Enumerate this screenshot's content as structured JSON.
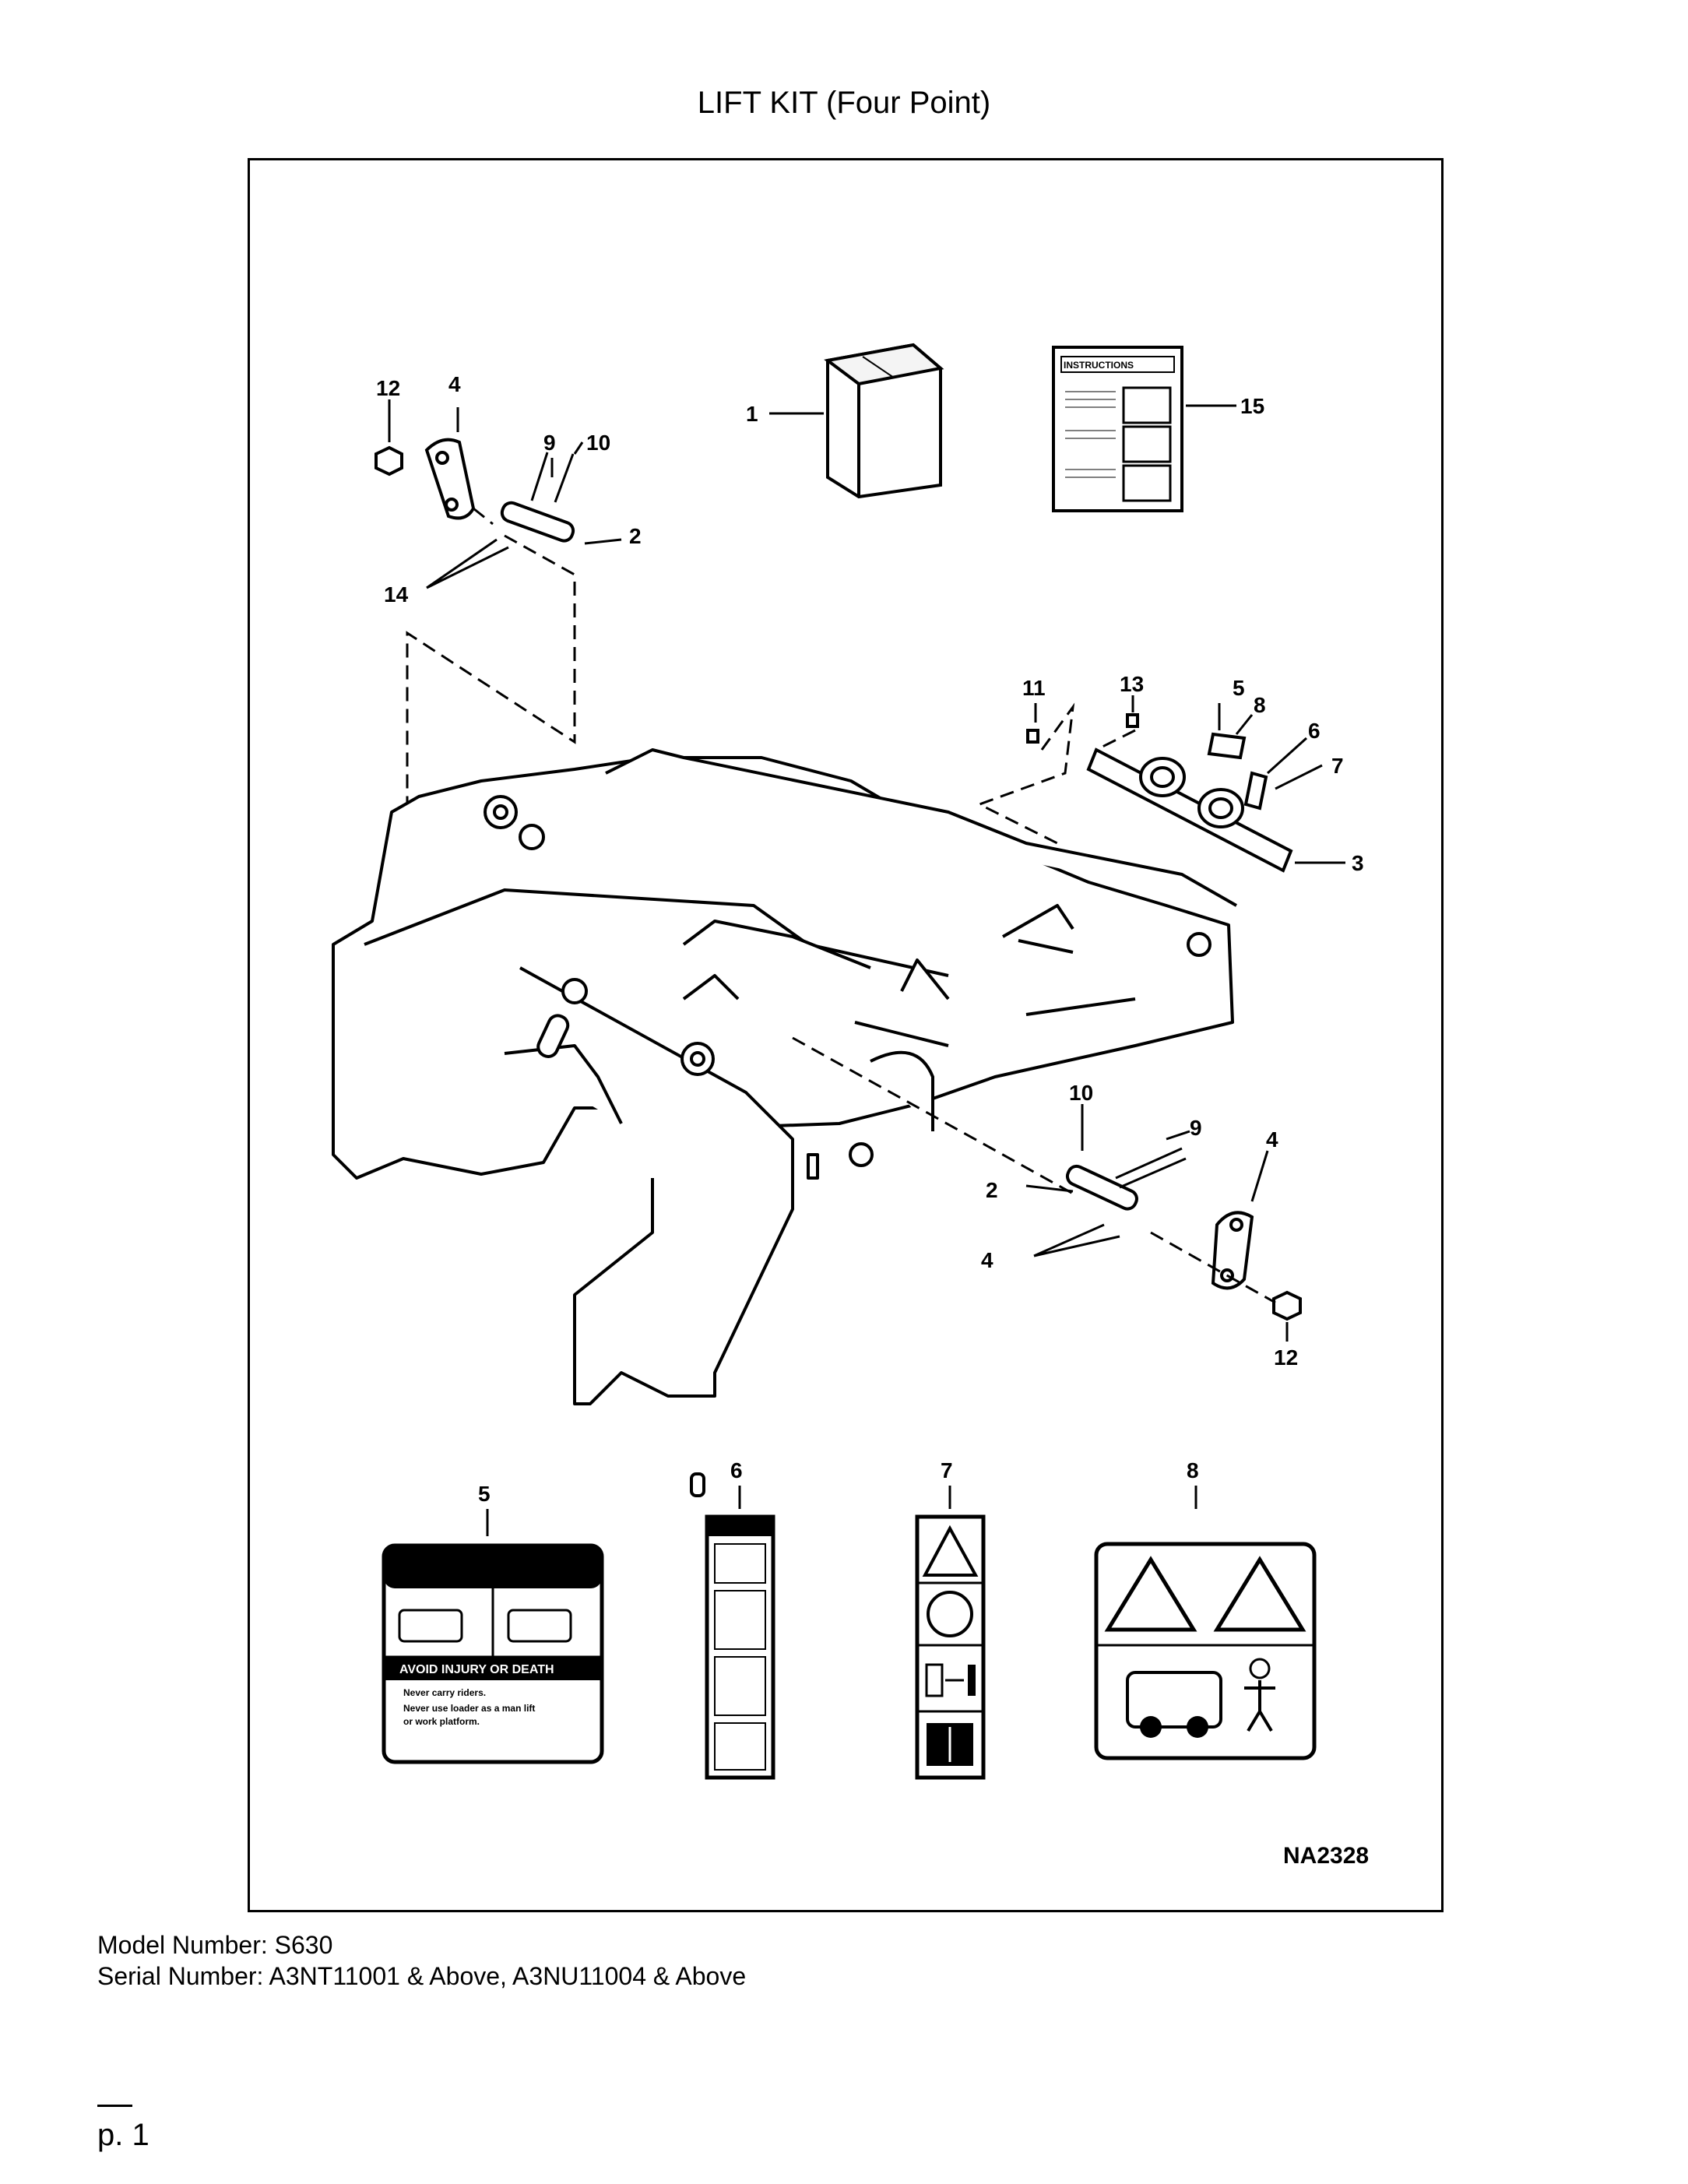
{
  "page": {
    "title": "LIFT KIT (Four Point)",
    "model_number": "Model Number: S630",
    "serial_number": "Serial Number: A3NT11001 & Above, A3NU11004 & Above",
    "page_label": "p. 1"
  },
  "diagram": {
    "drawing_code": "NA2328",
    "instructions_label": "INSTRUCTIONS",
    "callouts": {
      "c1": "1",
      "c2_top": "2",
      "c2_bottom": "2",
      "c3": "3",
      "c4_top": "4",
      "c4_bottom_a": "4",
      "c4_bottom_b": "4",
      "c5_top": "5",
      "c5_decal": "5",
      "c6_top": "6",
      "c6_decal": "6",
      "c7_top": "7",
      "c7_decal": "7",
      "c8_top": "8",
      "c8_decal": "8",
      "c9_top": "9",
      "c9_bottom": "9",
      "c10_top": "10",
      "c10_bottom": "10",
      "c11": "11",
      "c12_top": "12",
      "c12_bottom": "12",
      "c13": "13",
      "c14": "14",
      "c15": "15"
    },
    "decal5": {
      "heading": "AVOID INJURY OR DEATH",
      "line1": "Never carry riders.",
      "line2": "Never use loader as a man lift",
      "line3": "or work platform."
    }
  }
}
